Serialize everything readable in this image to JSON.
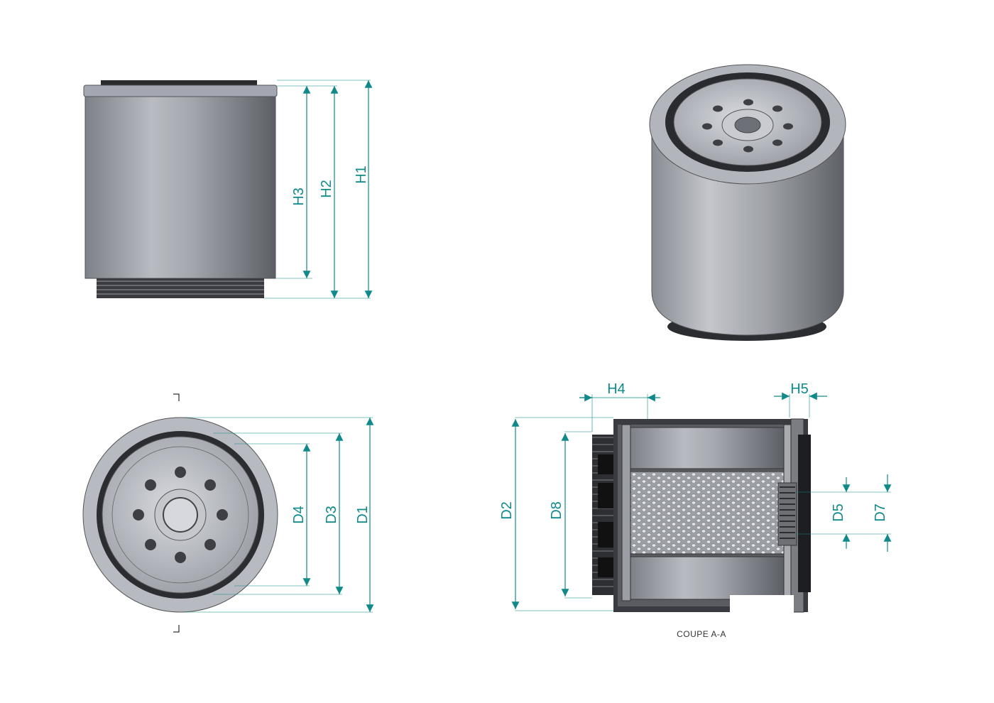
{
  "drawing": {
    "dimension_color": "#0e8a8a",
    "front_view": {
      "labels": {
        "h1": "H1",
        "h2": "H2",
        "h3": "H3"
      }
    },
    "top_view": {
      "labels": {
        "d1": "D1",
        "d3": "D3",
        "d4": "D4"
      }
    },
    "section_view": {
      "labels": {
        "h4": "H4",
        "h5": "H5",
        "d2": "D2",
        "d8": "D8",
        "d5": "D5",
        "d7": "D7"
      },
      "caption": "COUPE A-A"
    },
    "iso_view": {
      "icon": "filter-cartridge-iso-icon"
    }
  }
}
